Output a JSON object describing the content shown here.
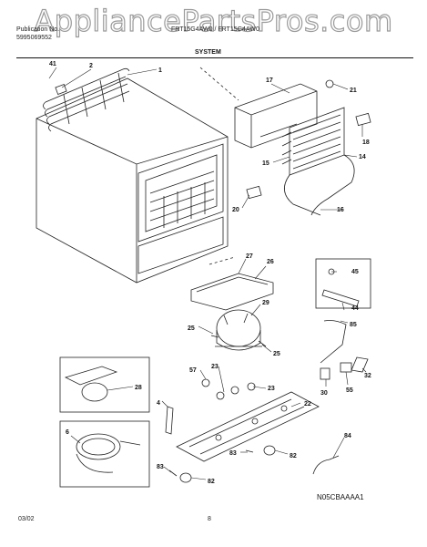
{
  "watermark": "AppliancePartsPros.com",
  "header": {
    "line1": "Publication No.",
    "line2": "5995069552",
    "models": "FRT15G4AW0 / FRT15G4AW0"
  },
  "section_title": "SYSTEM",
  "diagram_code": "N05CBAAAA1",
  "footer": {
    "date": "03/02",
    "page": "8"
  },
  "callouts": {
    "c1": "1",
    "c2": "2",
    "c41": "41",
    "c17": "17",
    "c21": "21",
    "c18": "18",
    "c15": "15",
    "c14": "14",
    "c16": "16",
    "c20": "20",
    "c27": "27",
    "c26": "26",
    "c29": "29",
    "c25a": "25",
    "c25b": "25",
    "c45": "45",
    "c44": "44",
    "c85": "85",
    "c57": "57",
    "c23a": "23",
    "c23b": "23",
    "c28": "28",
    "c4": "4",
    "c6": "6",
    "c30": "30",
    "c55": "55",
    "c32": "32",
    "c22": "22",
    "c83a": "83",
    "c82a": "82",
    "c84": "84",
    "c83b": "83",
    "c82b": "82"
  },
  "colors": {
    "line": "#222222",
    "watermark": "#9a9a9a"
  }
}
